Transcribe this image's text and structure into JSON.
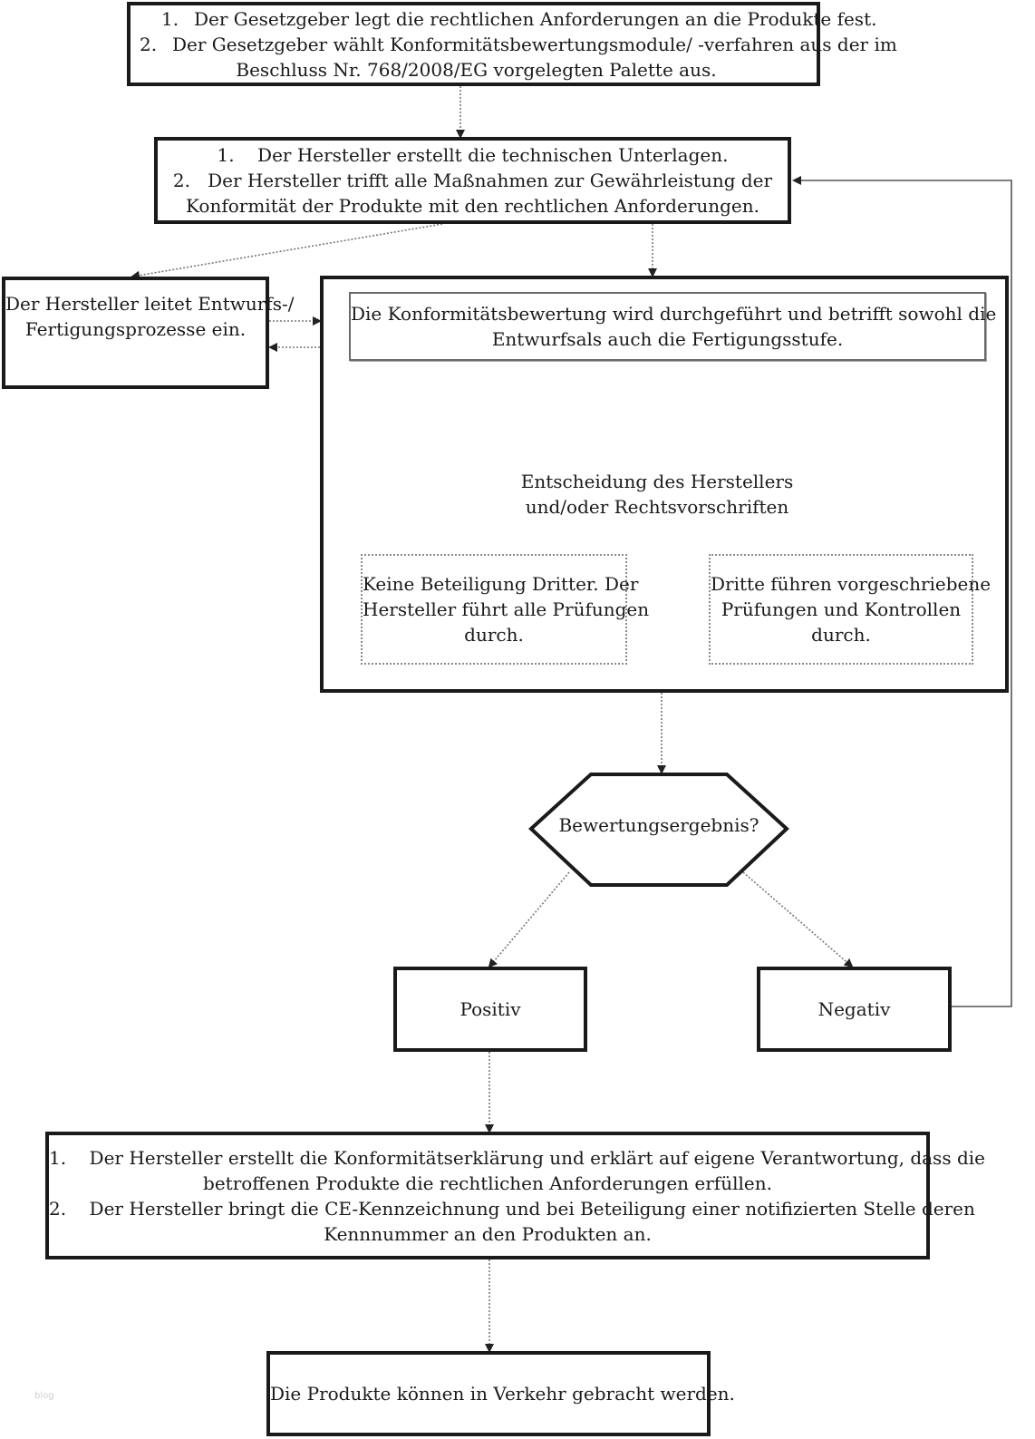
{
  "step1": {
    "items": [
      {
        "num": "1.",
        "text": "Der Gesetzgeber legt die rechtlichen Anforderungen an die Produkte fest."
      },
      {
        "num": "2.",
        "text": "Der Gesetzgeber wählt Konformitätsbewertungsmodule/ -verfahren aus der im"
      }
    ],
    "continuation": "Beschluss Nr. 768/2008/EG vorgelegten Palette aus."
  },
  "step2": {
    "item1_num": "1.",
    "item1_text": "Der Hersteller erstellt die technischen Unterlagen.",
    "item2_num": "2.",
    "item2_text": "Der Hersteller trifft alle Maßnahmen zur Gewährleistung der",
    "continuation": "Konformität der Produkte mit den rechtlichen Anforderungen."
  },
  "left_box": {
    "line1": "Der Hersteller leitet Entwurfs-/",
    "line2": "Fertigungsprozesse ein."
  },
  "assessment": {
    "line1": "Die Konformitätsbewertung wird durchgeführt und betrifft sowohl die",
    "line2": "Entwurfsals auch die Fertigungsstufe."
  },
  "decision": {
    "line1": "Entscheidung des Herstellers",
    "line2": "und/oder Rechtsvorschriften"
  },
  "option_a": {
    "line1": "Keine Beteiligung Dritter. Der",
    "line2": "Hersteller führt alle Prüfungen",
    "line3": "durch."
  },
  "option_b": {
    "line1": "Dritte führen vorgeschriebene",
    "line2": "Prüfungen und Kontrollen",
    "line3": "durch."
  },
  "result": {
    "label": "Bewertungsergebnis?"
  },
  "positive": {
    "label": "Positiv"
  },
  "negative": {
    "label": "Negativ"
  },
  "declaration": {
    "item1_num": "1.",
    "item1_line1": "Der Hersteller erstellt die Konformitätserklärung und erklärt auf eigene Verantwortung, dass die",
    "item1_line2": "betroffenen Produkte die rechtlichen Anforderungen erfüllen.",
    "item2_num": "2.",
    "item2_line1": "Der Hersteller bringt die CE-Kennzeichnung und bei Beteiligung einer notifizierten Stelle deren",
    "item2_line2": "Kennnummer an den Produkten an."
  },
  "final": {
    "label": "Die Produkte können in Verkehr gebracht werden."
  },
  "watermark": "blog"
}
